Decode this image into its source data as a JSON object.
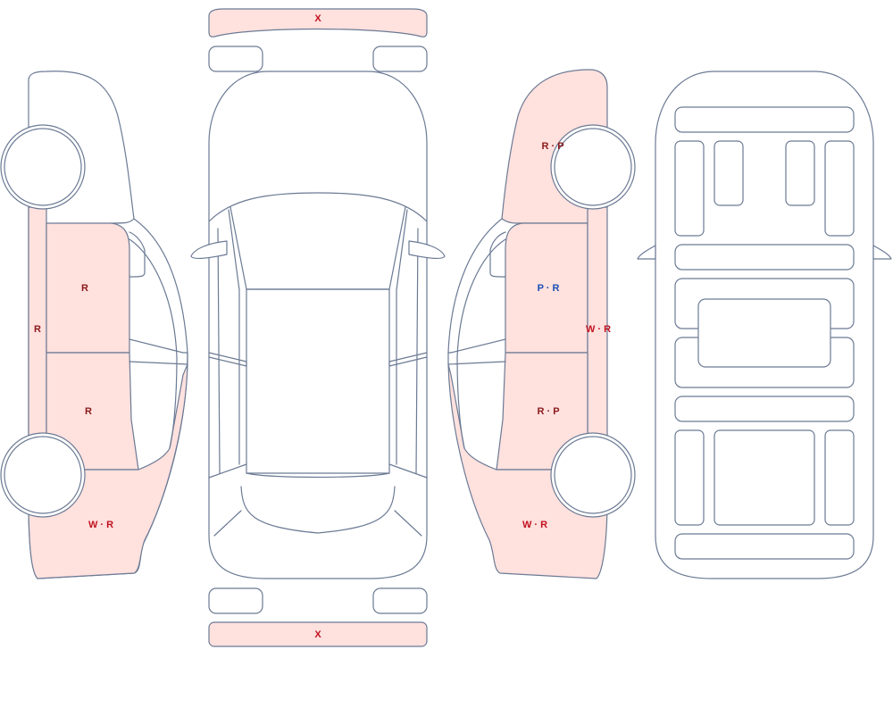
{
  "colors": {
    "damage_fill": "#ffe1de",
    "outline": "#6b7a94",
    "label_red": "#c0121f",
    "label_dark": "#8a1a1a",
    "label_blue": "#1a4fb5"
  },
  "codes": {
    "front_bumper": "X",
    "rear_bumper": "X",
    "left_rocker": "R",
    "left_front_door": "R",
    "left_rear_door": "R",
    "left_rear_quarter": "W · R",
    "right_front_fender": "R · P",
    "right_front_door_p": "P",
    "right_front_door_sep": " · ",
    "right_front_door_r": "R",
    "right_rocker": "W · R",
    "right_rear_door": "R · P",
    "right_rear_quarter": "W · R"
  }
}
